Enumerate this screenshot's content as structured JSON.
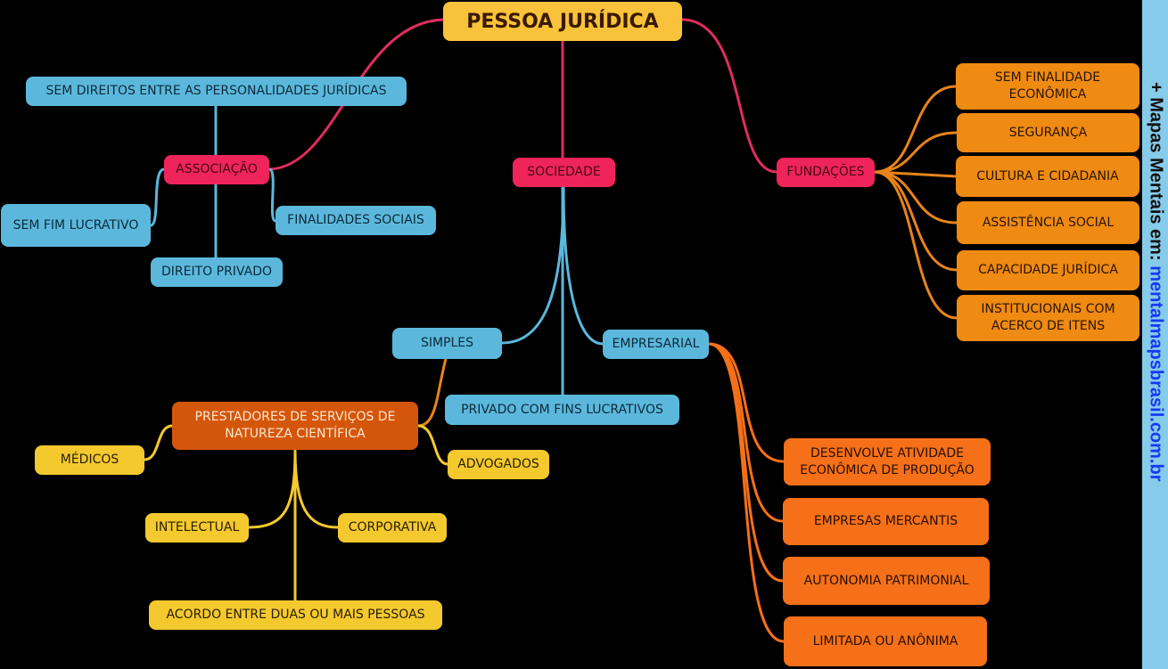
{
  "root": "PESSOA JURÍDICA",
  "associacao": {
    "label": "ASSOCIAÇÃO",
    "children": [
      "SEM DIREITOS ENTRE AS PERSONALIDADES JURÍDICAS",
      "SEM FIM LUCRATIVO",
      "FINALIDADES SOCIAIS",
      "DIREITO PRIVADO"
    ]
  },
  "sociedade": {
    "label": "SOCIEDADE",
    "simples": "SIMPLES",
    "empresarial": "EMPRESARIAL",
    "privado": "PRIVADO COM FINS LUCRATIVOS",
    "prestadores": "PRESTADORES DE SERVIÇOS DE NATUREZA CIENTÍFICA",
    "prest_children": [
      "MÉDICOS",
      "ADVOGADOS",
      "INTELECTUAL",
      "CORPORATIVA",
      "ACORDO ENTRE DUAS OU MAIS PESSOAS"
    ],
    "emp_children": [
      "DESENVOLVE ATIVIDADE ECONÔMICA DE PRODUÇÃO",
      "EMPRESAS MERCANTIS",
      "AUTONOMIA PATRIMONIAL",
      "LIMITADA OU ANÔNIMA"
    ]
  },
  "fundacoes": {
    "label": "FUNDAÇÕES",
    "children": [
      "SEM FINALIDADE ECONÔMICA",
      "SEGURANÇA",
      "CULTURA E CIDADANIA",
      "ASSISTÊNCIA SOCIAL",
      "CAPACIDADE JURÍDICA",
      "INSTITUCIONAIS COM ACERCO DE ITENS"
    ]
  },
  "sidebar": {
    "prefix": "+ Mapas Mentais em: ",
    "site": "mentalmapsbrasil.com.br"
  }
}
